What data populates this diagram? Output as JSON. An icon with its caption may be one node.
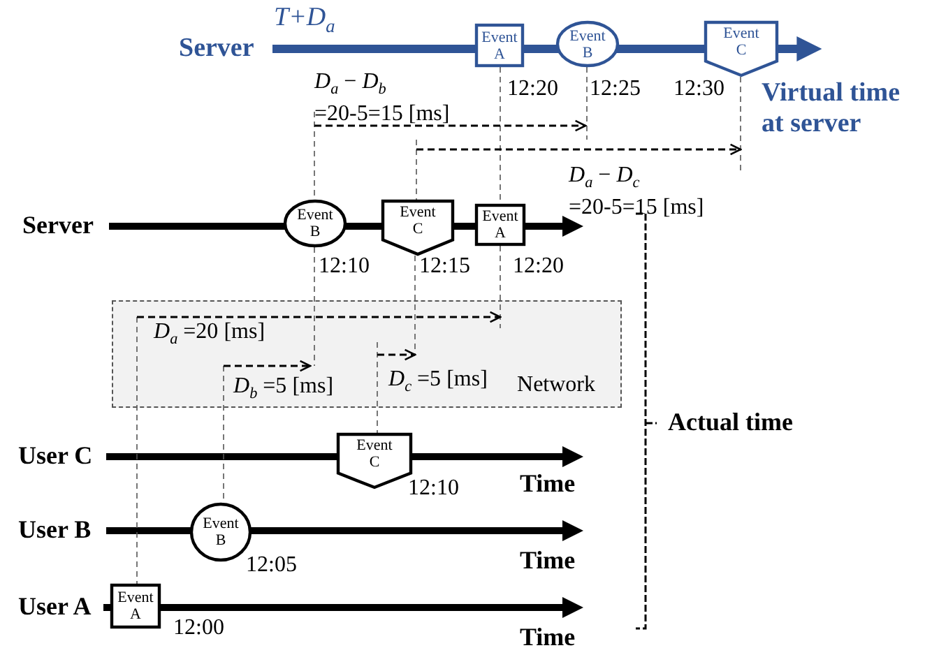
{
  "diagram": {
    "nodes": [
      {
        "text": [
          "Event A"
        ],
        "beside": [
          "12:20"
        ]
      },
      {
        "text": [
          "Event B"
        ],
        "beside": [
          "12:25"
        ]
      },
      {
        "text": [
          "Event C"
        ],
        "beside": [
          "12:30"
        ]
      },
      {
        "text": [
          "Event B"
        ],
        "beside": [
          "12:10"
        ]
      },
      {
        "text": [
          "Event C"
        ],
        "beside": [
          "12:15"
        ]
      },
      {
        "text": [
          "Event A"
        ],
        "beside": [
          "12:20"
        ]
      },
      {
        "text": [
          "Network"
        ]
      },
      {
        "text": [
          "Event C"
        ],
        "beside": [
          "12:10"
        ]
      },
      {
        "text": [
          "Event B"
        ],
        "beside": [
          "12:05"
        ]
      },
      {
        "text": [
          "Event A"
        ],
        "beside": [
          "12:00"
        ]
      }
    ],
    "labels": [
      "*T*+*D*$_{a}$",
      "Server",
      "*D*$_{a}$ − *D*$_{b}$ =20-5=15 [ms]",
      "Virtual time at server",
      "*D*$_{a}$ − *D*$_{c}$ =20-5=15 [ms]",
      "Server",
      "*D*$_{a}$ =20 [ms]",
      "*D*$_{b}$ =5 [ms]",
      "*D*$_{c}$ =5 [ms]",
      "Actual time",
      "User C",
      "Time",
      "User B",
      "Time",
      "User A",
      "Time"
    ]
  }
}
